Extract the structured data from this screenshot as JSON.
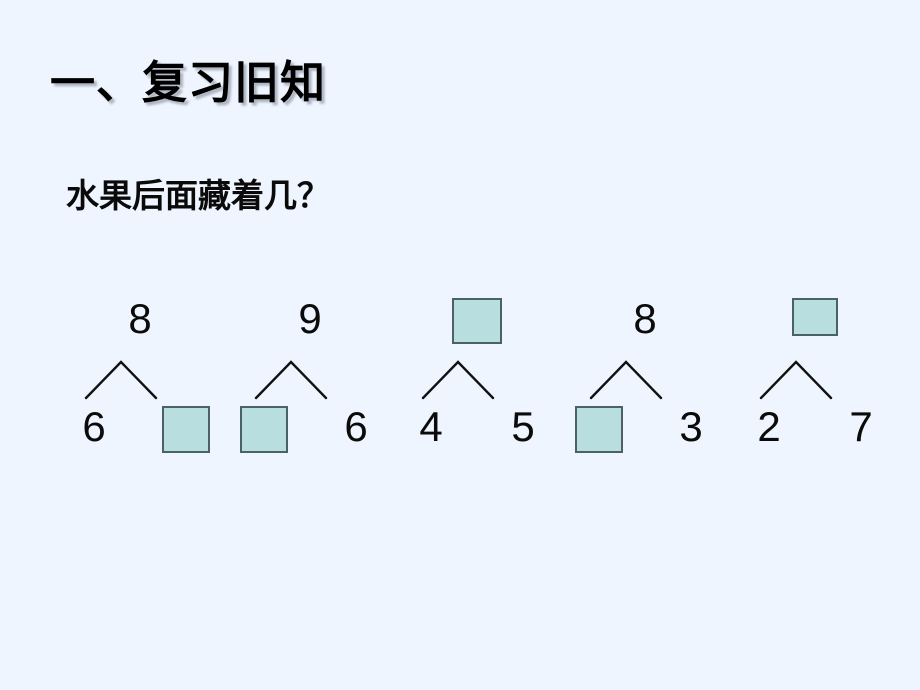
{
  "slide": {
    "background_color": "#eff5fe",
    "title": "一、复习旧知",
    "subtitle": "水果后面藏着几？"
  },
  "theme": {
    "hidden_square_fill": "#b8dee0",
    "hidden_square_border": "#4c6068",
    "text_color": "#0b0b0b"
  },
  "number_bonds": [
    {
      "top": {
        "kind": "number",
        "value": "8"
      },
      "left": {
        "kind": "number",
        "value": "6"
      },
      "right": {
        "kind": "square",
        "value": ""
      }
    },
    {
      "top": {
        "kind": "number",
        "value": "9"
      },
      "left": {
        "kind": "square",
        "value": ""
      },
      "right": {
        "kind": "number",
        "value": "6"
      }
    },
    {
      "top": {
        "kind": "square",
        "value": ""
      },
      "left": {
        "kind": "number",
        "value": "4"
      },
      "right": {
        "kind": "number",
        "value": "5"
      }
    },
    {
      "top": {
        "kind": "number",
        "value": "8"
      },
      "left": {
        "kind": "square",
        "value": ""
      },
      "right": {
        "kind": "number",
        "value": "3"
      }
    },
    {
      "top": {
        "kind": "square",
        "value": ""
      },
      "left": {
        "kind": "number",
        "value": "2"
      },
      "right": {
        "kind": "number",
        "value": "7"
      }
    }
  ]
}
